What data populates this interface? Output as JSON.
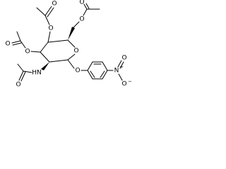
{
  "molecule": {
    "atoms": {
      "ring_oxygen": "O",
      "glycosidic_oxygen": "O",
      "c6_ester_oxygen": "O",
      "c6_carbonyl_oxygen": "O",
      "c4_ester_oxygen": "O",
      "c4_carbonyl_oxygen": "O",
      "c3_ester_oxygen": "O",
      "c3_carbonyl_oxygen": "O",
      "acetamide_nh": "HN",
      "acetamide_carbonyl_oxygen": "O",
      "nitro_n": "N",
      "nitro_n_charge": "+",
      "nitro_oxygen_double": "O",
      "nitro_oxygen_single": "O",
      "nitro_o_charge": "−"
    },
    "colors": {
      "bond": "#000000",
      "label": "#000000",
      "background": "#ffffff"
    }
  }
}
